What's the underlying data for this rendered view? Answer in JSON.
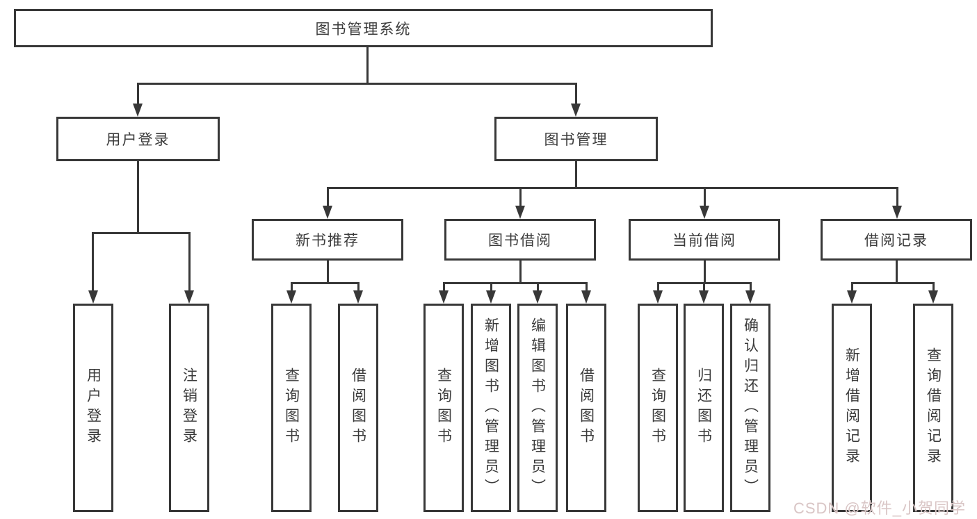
{
  "diagram": {
    "type": "hierarchy-diagram",
    "colors": {
      "line": "#383838",
      "text": "#3b3b3b",
      "background": "#ffffff",
      "watermark_text": "#d9c6c6"
    },
    "tree": {
      "root": {
        "label": "图书管理系统"
      },
      "branches": [
        {
          "label": "用户登录",
          "children": [
            {
              "label": "用户登录"
            },
            {
              "label": "注销登录"
            }
          ]
        },
        {
          "label": "图书管理",
          "children": [
            {
              "label": "新书推荐",
              "children": [
                {
                  "label": "查询图书"
                },
                {
                  "label": "借阅图书"
                }
              ]
            },
            {
              "label": "图书借阅",
              "children": [
                {
                  "label": "查询图书"
                },
                {
                  "label": "新增图书（管理员）"
                },
                {
                  "label": "编辑图书（管理员）"
                },
                {
                  "label": "借阅图书"
                }
              ]
            },
            {
              "label": "当前借阅",
              "children": [
                {
                  "label": "查询图书"
                },
                {
                  "label": "归还图书"
                },
                {
                  "label": "确认归还（管理员）"
                }
              ]
            },
            {
              "label": "借阅记录",
              "children": [
                {
                  "label": "新增借阅记录"
                },
                {
                  "label": "查询借阅记录"
                }
              ]
            }
          ]
        }
      ]
    },
    "watermark": "CSDN @软件_小贺同学"
  }
}
